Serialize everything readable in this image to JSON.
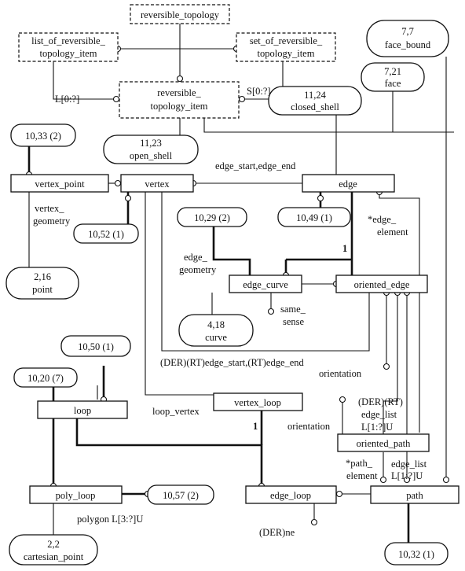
{
  "entities": {
    "reversible_topology": "reversible_topology",
    "list_of_rev_1": "list_of_reversible_",
    "list_of_rev_2": "topology_item",
    "set_of_rev_1": "set_of_reversible_",
    "set_of_rev_2": "topology_item",
    "rev_topo_item_1": "reversible_",
    "rev_topo_item_2": "topology_item",
    "vertex_point": "vertex_point",
    "vertex": "vertex",
    "edge": "edge",
    "edge_curve": "edge_curve",
    "oriented_edge": "oriented_edge",
    "loop": "loop",
    "vertex_loop": "vertex_loop",
    "oriented_path": "oriented_path",
    "poly_loop": "poly_loop",
    "edge_loop": "edge_loop",
    "path": "path"
  },
  "references": {
    "face_bound_1": "7,7",
    "face_bound_2": "face_bound",
    "face_1": "7,21",
    "face_2": "face",
    "closed_shell_1": "11,24",
    "closed_shell_2": "closed_shell",
    "open_shell_1": "11,23",
    "open_shell_2": "open_shell",
    "ref_10_33": "10,33 (2)",
    "ref_10_52": "10,52 (1)",
    "ref_10_29": "10,29 (2)",
    "ref_10_49": "10,49 (1)",
    "point_1": "2,16",
    "point_2": "point",
    "curve_1": "4,18",
    "curve_2": "curve",
    "ref_10_50": "10,50 (1)",
    "ref_10_20": "10,20 (7)",
    "ref_10_57": "10,57 (2)",
    "cartesian_point_1": "2,2",
    "cartesian_point_2": "cartesian_point",
    "ref_10_32": "10,32 (1)"
  },
  "labels": {
    "l_0": "L[0:?]",
    "s_0": "S[0:?]",
    "edge_start_end": "edge_start,edge_end",
    "vertex_geometry_1": "vertex_",
    "vertex_geometry_2": "geometry",
    "edge_element_1": "*edge_",
    "edge_element_2": "element",
    "one_a": "1",
    "edge_geometry_1": "edge_",
    "edge_geometry_2": "geometry",
    "same_sense_1": "same_",
    "same_sense_2": "sense",
    "der_rt_edge": "(DER)(RT)edge_start,(RT)edge_end",
    "orientation_a": "orientation",
    "der_rt": "(DER)(RT)",
    "edge_list_a1": "edge_list",
    "edge_list_a2": "L[1:?]U",
    "loop_vertex": "loop_vertex",
    "one_b": "1",
    "orientation_b": "orientation",
    "path_element_1": "*path_",
    "path_element_2": "element",
    "edge_list_b1": "edge_list",
    "edge_list_b2": "L[1:?]U",
    "polygon": "polygon L[3:?]U",
    "der_ne": "(DER)ne"
  }
}
